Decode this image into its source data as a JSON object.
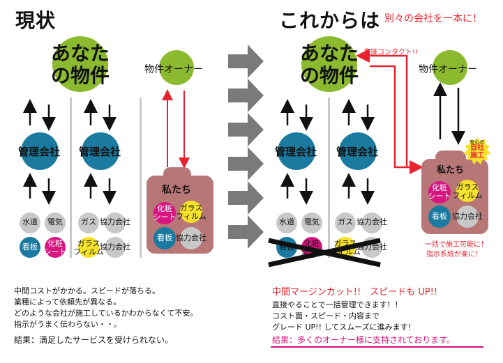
{
  "left": {
    "title": "現状",
    "property": "あなたの物件",
    "property_line1": "あなた",
    "property_line2": "の物件",
    "mgmt1": "管理会社",
    "mgmt2": "管理会社",
    "owner": "物件オーナー",
    "us": "私たち",
    "trades1": [
      "水道",
      "電気",
      "看板",
      "化粧\nシート"
    ],
    "trades2": [
      "ガス",
      "協力会社",
      "ガラス\nフィルム",
      "協力会社"
    ],
    "us_trades": [
      "化粧\nシート",
      "ガラス\nフィルム",
      "看板",
      "協力会社"
    ],
    "notes": [
      "中間コストがかかる。スピードが落ちる。",
      "業種によって依頼先が異なる。",
      "どのような会社が施工しているかわからなくて不安。",
      "指示がうまく伝わらない・・。"
    ],
    "result": "結果：満足したサービスを受けられない。"
  },
  "right": {
    "title": "これからは",
    "subtitle": "別々の会社を一本に！",
    "property_line1": "あなた",
    "property_line2": "の物件",
    "direct": "直接コンタクト!!",
    "owner": "物件オーナー",
    "mgmt1": "管理会社",
    "mgmt2": "管理会社",
    "trades1": [
      "水道",
      "電気",
      "看板",
      "化粧\nシート"
    ],
    "trades2": [
      "ガス",
      "協力会社",
      "ガラス\nフィルム",
      "協力会社"
    ],
    "us": "私たち",
    "badge_top": "安心の",
    "badge_main": "自社\n施工",
    "us_trades": [
      "化粧\nシート",
      "ガラス\nフィルム",
      "看板",
      "協力会社"
    ],
    "note1": "一括で施工可能に！",
    "note2": "指示系統が楽に！",
    "headline": "中間マージンカット!!　スピードも UP!!",
    "body": [
      "直接やることで一括管理できます！！",
      "コスト面・スピード・内容まで",
      "グレード UP!! してスムーズに進みます！"
    ],
    "result": "結果：多くのオーナー様に支持されております。"
  },
  "colors": {
    "green": "#8cba2f",
    "blue": "#1a7aa0",
    "red": "#e8232f",
    "box": "#b87777",
    "arrow": "#7a7a7a"
  }
}
